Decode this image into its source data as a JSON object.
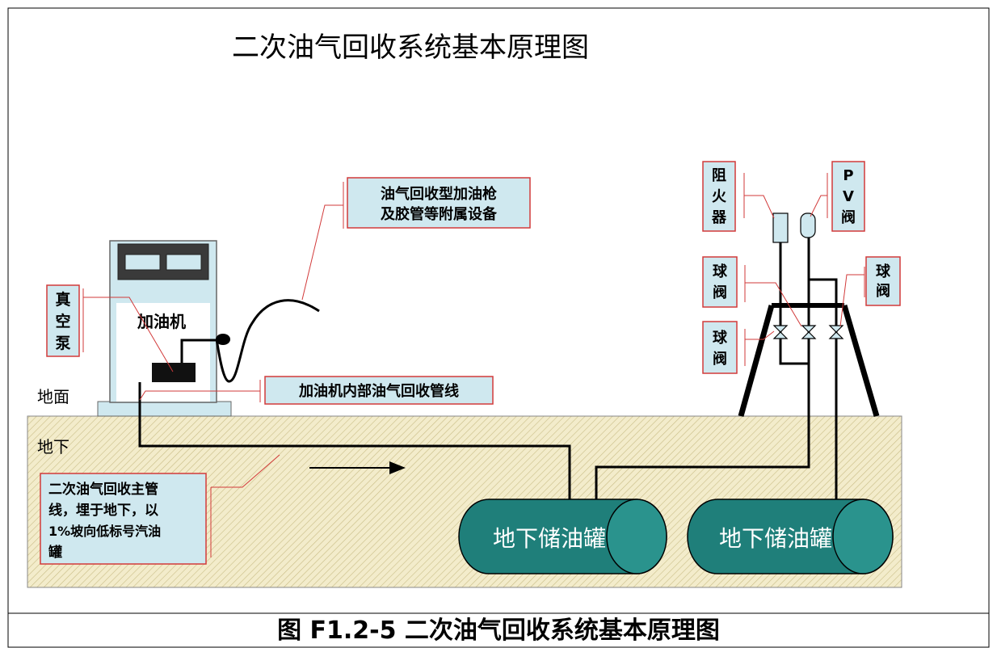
{
  "diagram": {
    "title": "二次油气回收系统基本原理图",
    "labels": {
      "nozzle": [
        "油气回收型加油枪",
        "及胶管等附属设备"
      ],
      "vacuum_pump": [
        "真",
        "空",
        "泵"
      ],
      "dispenser": "加油机",
      "internal_line": "加油机内部油气回收管线",
      "ground": "地面",
      "underground": "地下",
      "main_pipe": [
        "二次油气回收主管",
        "线，埋于地下，以",
        "1%坡向低标号汽油",
        "罐"
      ],
      "tank_1": "地下储油罐",
      "tank_2": "地下储油罐",
      "flame_arrester": [
        "阻",
        "火",
        "器"
      ],
      "pv_valve": [
        "P",
        "V",
        "阀"
      ],
      "ball_valve_left_top": [
        "球",
        "阀"
      ],
      "ball_valve_left_bottom": [
        "球",
        "阀"
      ],
      "ball_valve_right": [
        "球",
        "阀"
      ]
    },
    "colors": {
      "callout_fill": "#cfe8ef",
      "callout_border": "#d23a3a",
      "tank_fill": "#1f7f7a",
      "underground_fill": "#f3eccb",
      "pipe": "#000000"
    }
  },
  "caption": "图 F1.2-5 二次油气回收系统基本原理图"
}
